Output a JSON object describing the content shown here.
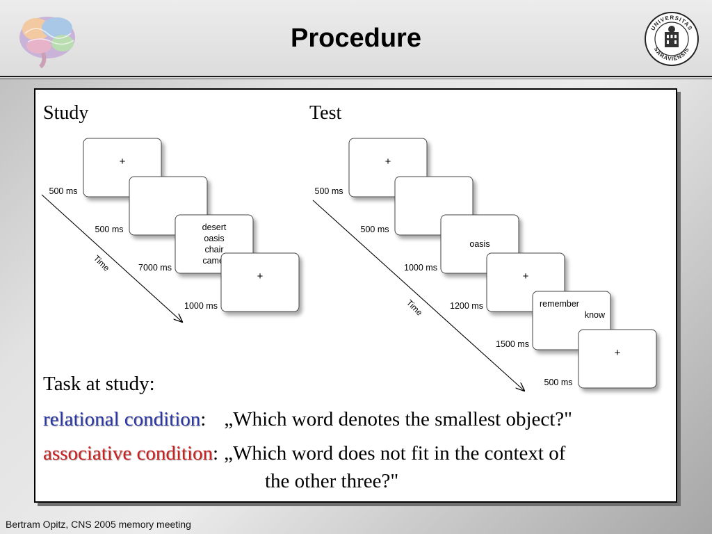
{
  "slide": {
    "title": "Procedure",
    "footer": "Bertram Opitz, CNS 2005 memory meeting",
    "logo_text": "UNIVERSITAS SARAVIENSIS"
  },
  "study": {
    "heading": "Study",
    "time_label": "Time",
    "screens": [
      {
        "lines": [
          "+"
        ]
      },
      {
        "lines": []
      },
      {
        "lines": [
          "desert",
          "oasis",
          "chair",
          "camel"
        ]
      },
      {
        "lines": [
          "+"
        ]
      }
    ],
    "durations": [
      "500 ms",
      "500 ms",
      "7000 ms",
      "1000 ms"
    ]
  },
  "test": {
    "heading": "Test",
    "time_label": "Time",
    "screens": [
      {
        "lines": [
          "+"
        ]
      },
      {
        "lines": []
      },
      {
        "lines": [
          "oasis"
        ]
      },
      {
        "lines": [
          "+"
        ]
      },
      {
        "lines": [
          "remember",
          "know"
        ]
      },
      {
        "lines": [
          "+"
        ]
      }
    ],
    "durations": [
      "500 ms",
      "500 ms",
      "1000 ms",
      "1200 ms",
      "1500 ms",
      "500 ms"
    ]
  },
  "task": {
    "heading": "Task at study:",
    "relational_label": "relational condition",
    "relational_sep": ":",
    "relational_question": "„Which word denotes the smallest object?\"",
    "associative_label": "associative condition",
    "associative_sep": ":",
    "associative_question_1": "„Which word does not fit in the context of",
    "associative_question_2": "the other three?\""
  },
  "colors": {
    "relational": "#2a35a8",
    "associative": "#cc1f1f"
  }
}
